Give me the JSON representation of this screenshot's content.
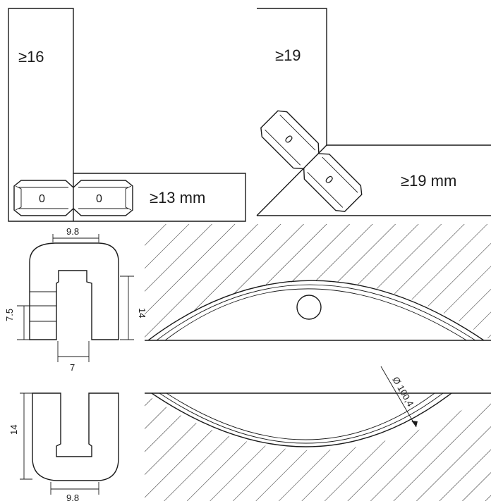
{
  "corner_left": {
    "side_label": "≥16",
    "bottom_label": "≥13 mm",
    "biscuit_marks": [
      "0",
      "0"
    ]
  },
  "corner_right": {
    "side_label": "≥19",
    "bottom_label": "≥19 mm",
    "biscuit_marks": [
      "0",
      "0"
    ]
  },
  "profile_top": {
    "width_label": "9.8",
    "height_label": "14",
    "lip_label": "7.5",
    "slot_label": "7"
  },
  "profile_bottom": {
    "height_label": "14",
    "width_label": "9.8"
  },
  "slot": {
    "diameter_label": "Ø 100,4"
  }
}
